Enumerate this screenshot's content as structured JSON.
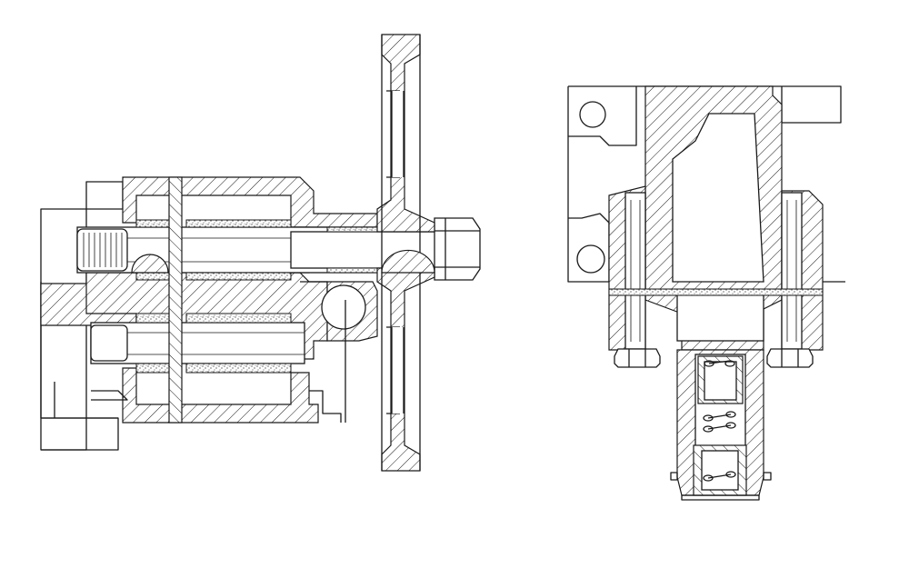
{
  "views": [
    {
      "id": "pump-section",
      "kind": "side-section"
    },
    {
      "id": "valve-section",
      "kind": "cross-section"
    }
  ],
  "colors": {
    "line": "#1a1a1a",
    "background": "#ffffff"
  }
}
